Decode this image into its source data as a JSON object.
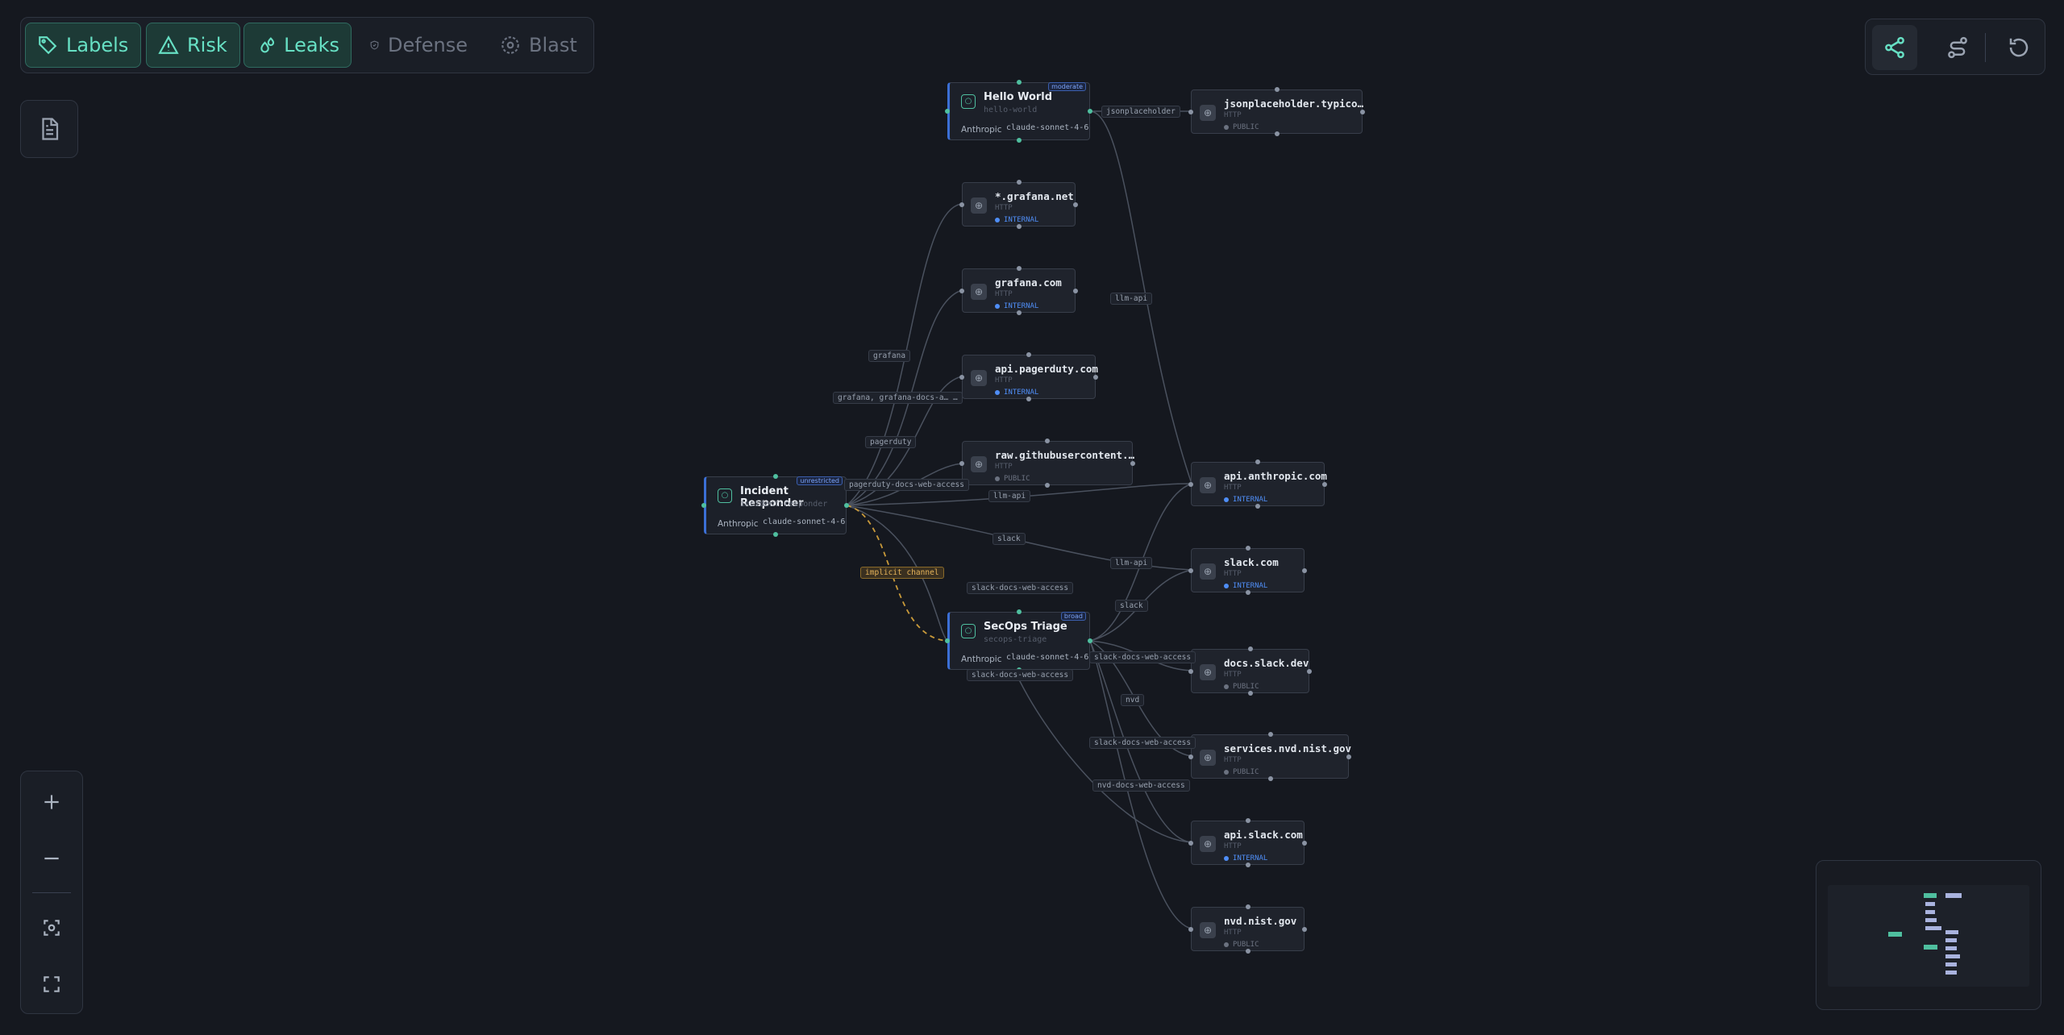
{
  "toolbar": {
    "labels": "Labels",
    "risk": "Risk",
    "leaks": "Leaks",
    "defense": "Defense",
    "blast": "Blast"
  },
  "agents": {
    "hello_world": {
      "title": "Hello World",
      "slug": "hello-world",
      "provider": "Anthropic",
      "model": "claude-sonnet-4-6",
      "badge": "moderate"
    },
    "incident_responder": {
      "title": "Incident Responder",
      "slug": "incident-responder",
      "provider": "Anthropic",
      "model": "claude-sonnet-4-6",
      "badge": "unrestricted"
    },
    "secops_triage": {
      "title": "SecOps Triage",
      "slug": "secops-triage",
      "provider": "Anthropic",
      "model": "claude-sonnet-4-6",
      "badge": "broad"
    }
  },
  "services": {
    "jsonplaceholder": {
      "title": "jsonplaceholder.typico…",
      "kind": "HTTP",
      "zone": "PUBLIC"
    },
    "grafana_net": {
      "title": "*.grafana.net",
      "kind": "HTTP",
      "zone": "INTERNAL"
    },
    "grafana_com": {
      "title": "grafana.com",
      "kind": "HTTP",
      "zone": "INTERNAL"
    },
    "pagerduty": {
      "title": "api.pagerduty.com",
      "kind": "HTTP",
      "zone": "INTERNAL"
    },
    "raw_github": {
      "title": "raw.githubusercontent.…",
      "kind": "HTTP",
      "zone": "PUBLIC"
    },
    "anthropic": {
      "title": "api.anthropic.com",
      "kind": "HTTP",
      "zone": "INTERNAL"
    },
    "slack_com": {
      "title": "slack.com",
      "kind": "HTTP",
      "zone": "INTERNAL"
    },
    "docs_slack": {
      "title": "docs.slack.dev",
      "kind": "HTTP",
      "zone": "PUBLIC"
    },
    "nvd_services": {
      "title": "services.nvd.nist.gov",
      "kind": "HTTP",
      "zone": "PUBLIC"
    },
    "api_slack": {
      "title": "api.slack.com",
      "kind": "HTTP",
      "zone": "INTERNAL"
    },
    "nvd": {
      "title": "nvd.nist.gov",
      "kind": "HTTP",
      "zone": "PUBLIC"
    }
  },
  "edge_labels": {
    "jsonplaceholder": "jsonplaceholder",
    "llm_api_top": "llm-api",
    "grafana": "grafana",
    "grafana_docs": "grafana, grafana-docs-a… …",
    "pagerduty": "pagerduty",
    "pagerduty_docs": "pagerduty-docs-web-access",
    "llm_api_mid": "llm-api",
    "slack_mid": "slack",
    "implicit": "implicit channel",
    "slack_docs_1": "slack-docs-web-access",
    "llm_api_low": "llm-api",
    "slack_low": "slack",
    "slack_docs_2": "slack-docs-web-access",
    "slack_docs_3": "slack-docs-web-access",
    "nvd": "nvd",
    "slack_docs_4": "slack-docs-web-access",
    "nvd_docs": "nvd-docs-web-access"
  },
  "colors": {
    "accent": "#67e0c4",
    "internal": "#4f8ef7",
    "warning": "#e7b45a",
    "background": "#15181f"
  }
}
